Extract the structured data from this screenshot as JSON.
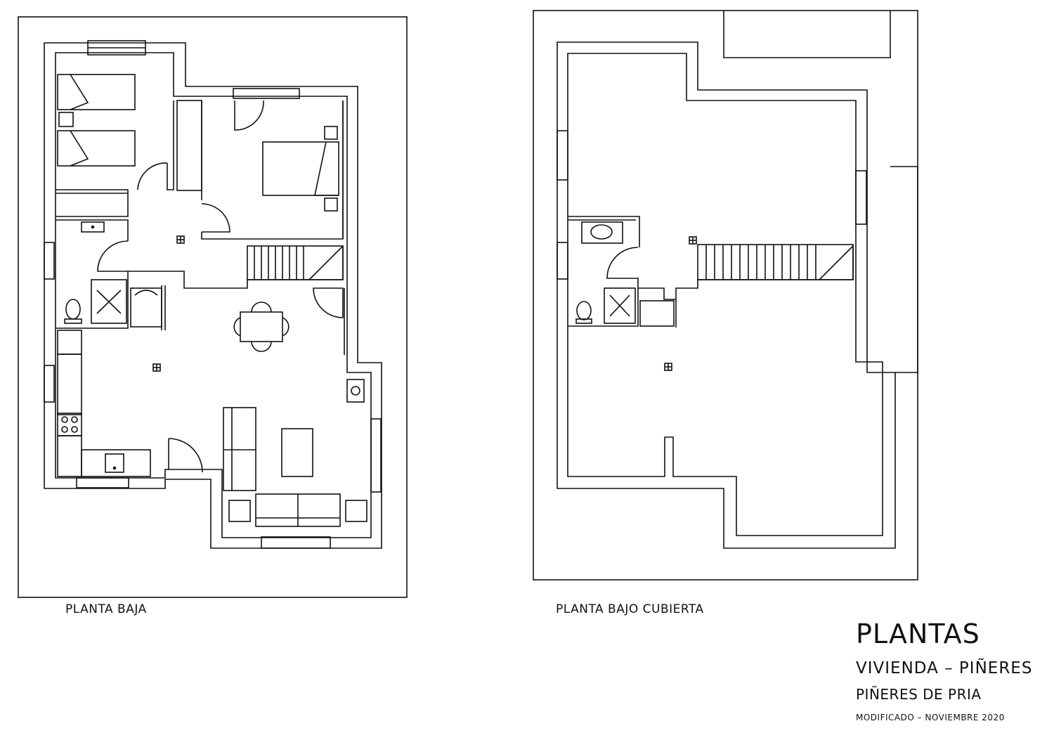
{
  "plan_labels": {
    "ground_floor": "PLANTA BAJA",
    "attic_floor": "PLANTA BAJO CUBIERTA"
  },
  "title_block": {
    "title": "PLANTAS",
    "subtitle": "VIVIENDA – PIÑERES",
    "location": "PIÑERES DE PRIA",
    "revision": "MODIFICADO – NOVIEMBRE 2020"
  },
  "colors": {
    "line": "#111111",
    "background": "#ffffff"
  }
}
